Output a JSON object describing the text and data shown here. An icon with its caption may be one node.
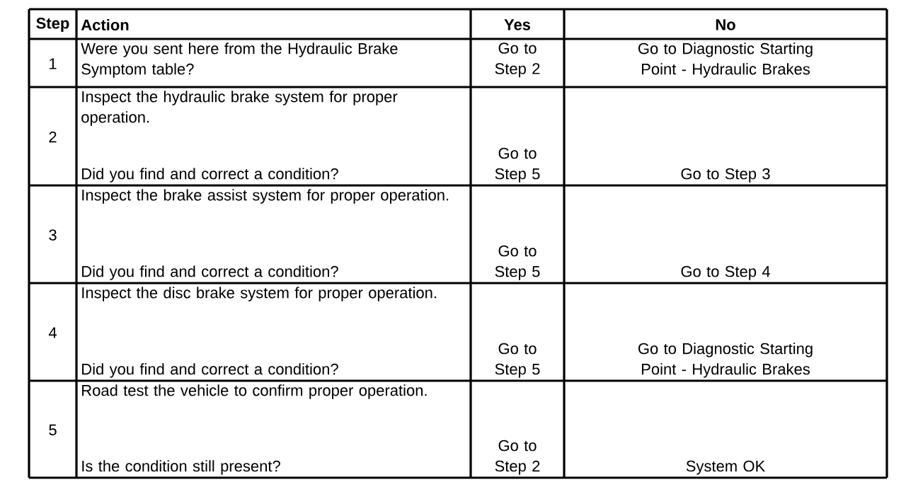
{
  "diagram": {
    "labels": [
      "Step",
      "Action",
      "Yes",
      "No",
      "1",
      "Were you sent here from the Hydraulic Brake Symptom table?",
      "Go to Step 2",
      "Go to Diagnostic Starting Point - Hydraulic Brakes",
      "2",
      "Inspect the hydraulic brake system for proper operation.",
      "Did you find and correct a condition?",
      "Go to Step 5",
      "Go to Step 3",
      "3",
      "Inspect the brake assist system for proper operation.",
      "Did you find and correct a condition?",
      "Go to Step 5",
      "Go to Step 4",
      "4",
      "Inspect the disc brake system for proper operation.",
      "Did you find and correct a condition?",
      "Go to Step 5",
      "Go to Diagnostic Starting Point - Hydraulic Brakes",
      "5",
      "Road test the vehicle to confirm proper operation.",
      "Is the condition still present?",
      "Go to Step 2",
      "System OK"
    ]
  }
}
